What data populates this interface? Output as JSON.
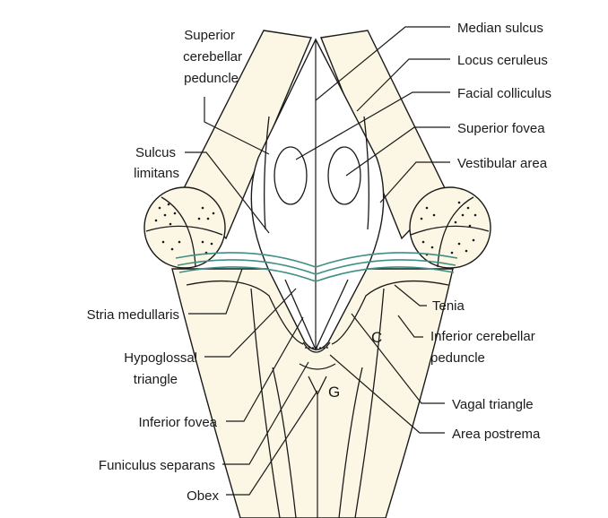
{
  "labels": {
    "median_sulcus": "Median sulcus",
    "locus_ceruleus": "Locus ceruleus",
    "facial_colliculus": "Facial colliculus",
    "superior_fovea": "Superior fovea",
    "vestibular_area": "Vestibular area",
    "tenia": "Tenia",
    "inferior_cerebellar_peduncle_1": "Inferior cerebellar",
    "inferior_cerebellar_peduncle_2": "peduncle",
    "vagal_triangle": "Vagal triangle",
    "area_postrema": "Area postrema",
    "superior_cerebellar_peduncle_1": "Superior",
    "superior_cerebellar_peduncle_2": "cerebellar",
    "superior_cerebellar_peduncle_3": "peduncle",
    "sulcus_limitans_1": "Sulcus",
    "sulcus_limitans_2": "limitans",
    "stria_medullaris": "Stria medullaris",
    "hypoglossal_triangle_1": "Hypoglossal",
    "hypoglossal_triangle_2": "triangle",
    "inferior_fovea": "Inferior fovea",
    "funiculus_separans": "Funiculus separans",
    "obex": "Obex",
    "letter_c": "C",
    "letter_g": "G"
  },
  "colors": {
    "peduncle_fill": "#fbf7e4",
    "stria_color": "#3f8f86",
    "outline": "#1a1a1a"
  }
}
